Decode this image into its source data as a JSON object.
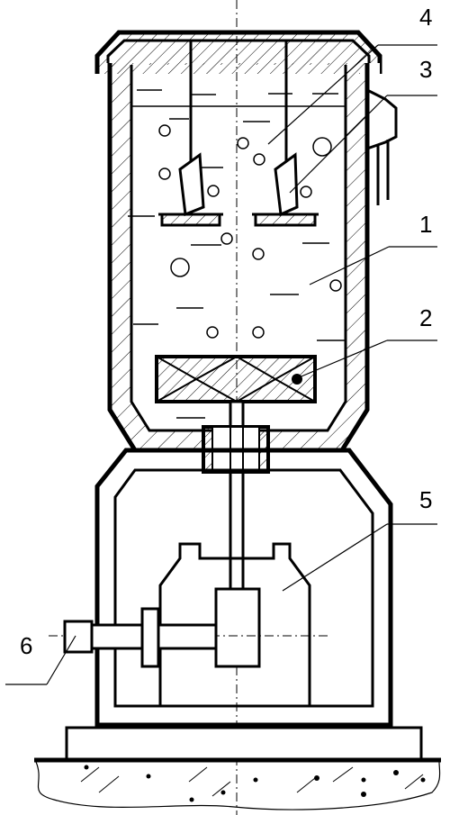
{
  "callouts": [
    {
      "id": "c4",
      "label": "4"
    },
    {
      "id": "c3",
      "label": "3"
    },
    {
      "id": "c1",
      "label": "1"
    },
    {
      "id": "c2",
      "label": "2"
    },
    {
      "id": "c5",
      "label": "5"
    },
    {
      "id": "c6",
      "label": "6"
    }
  ],
  "colors": {
    "line": "#000000",
    "background": "#ffffff"
  }
}
